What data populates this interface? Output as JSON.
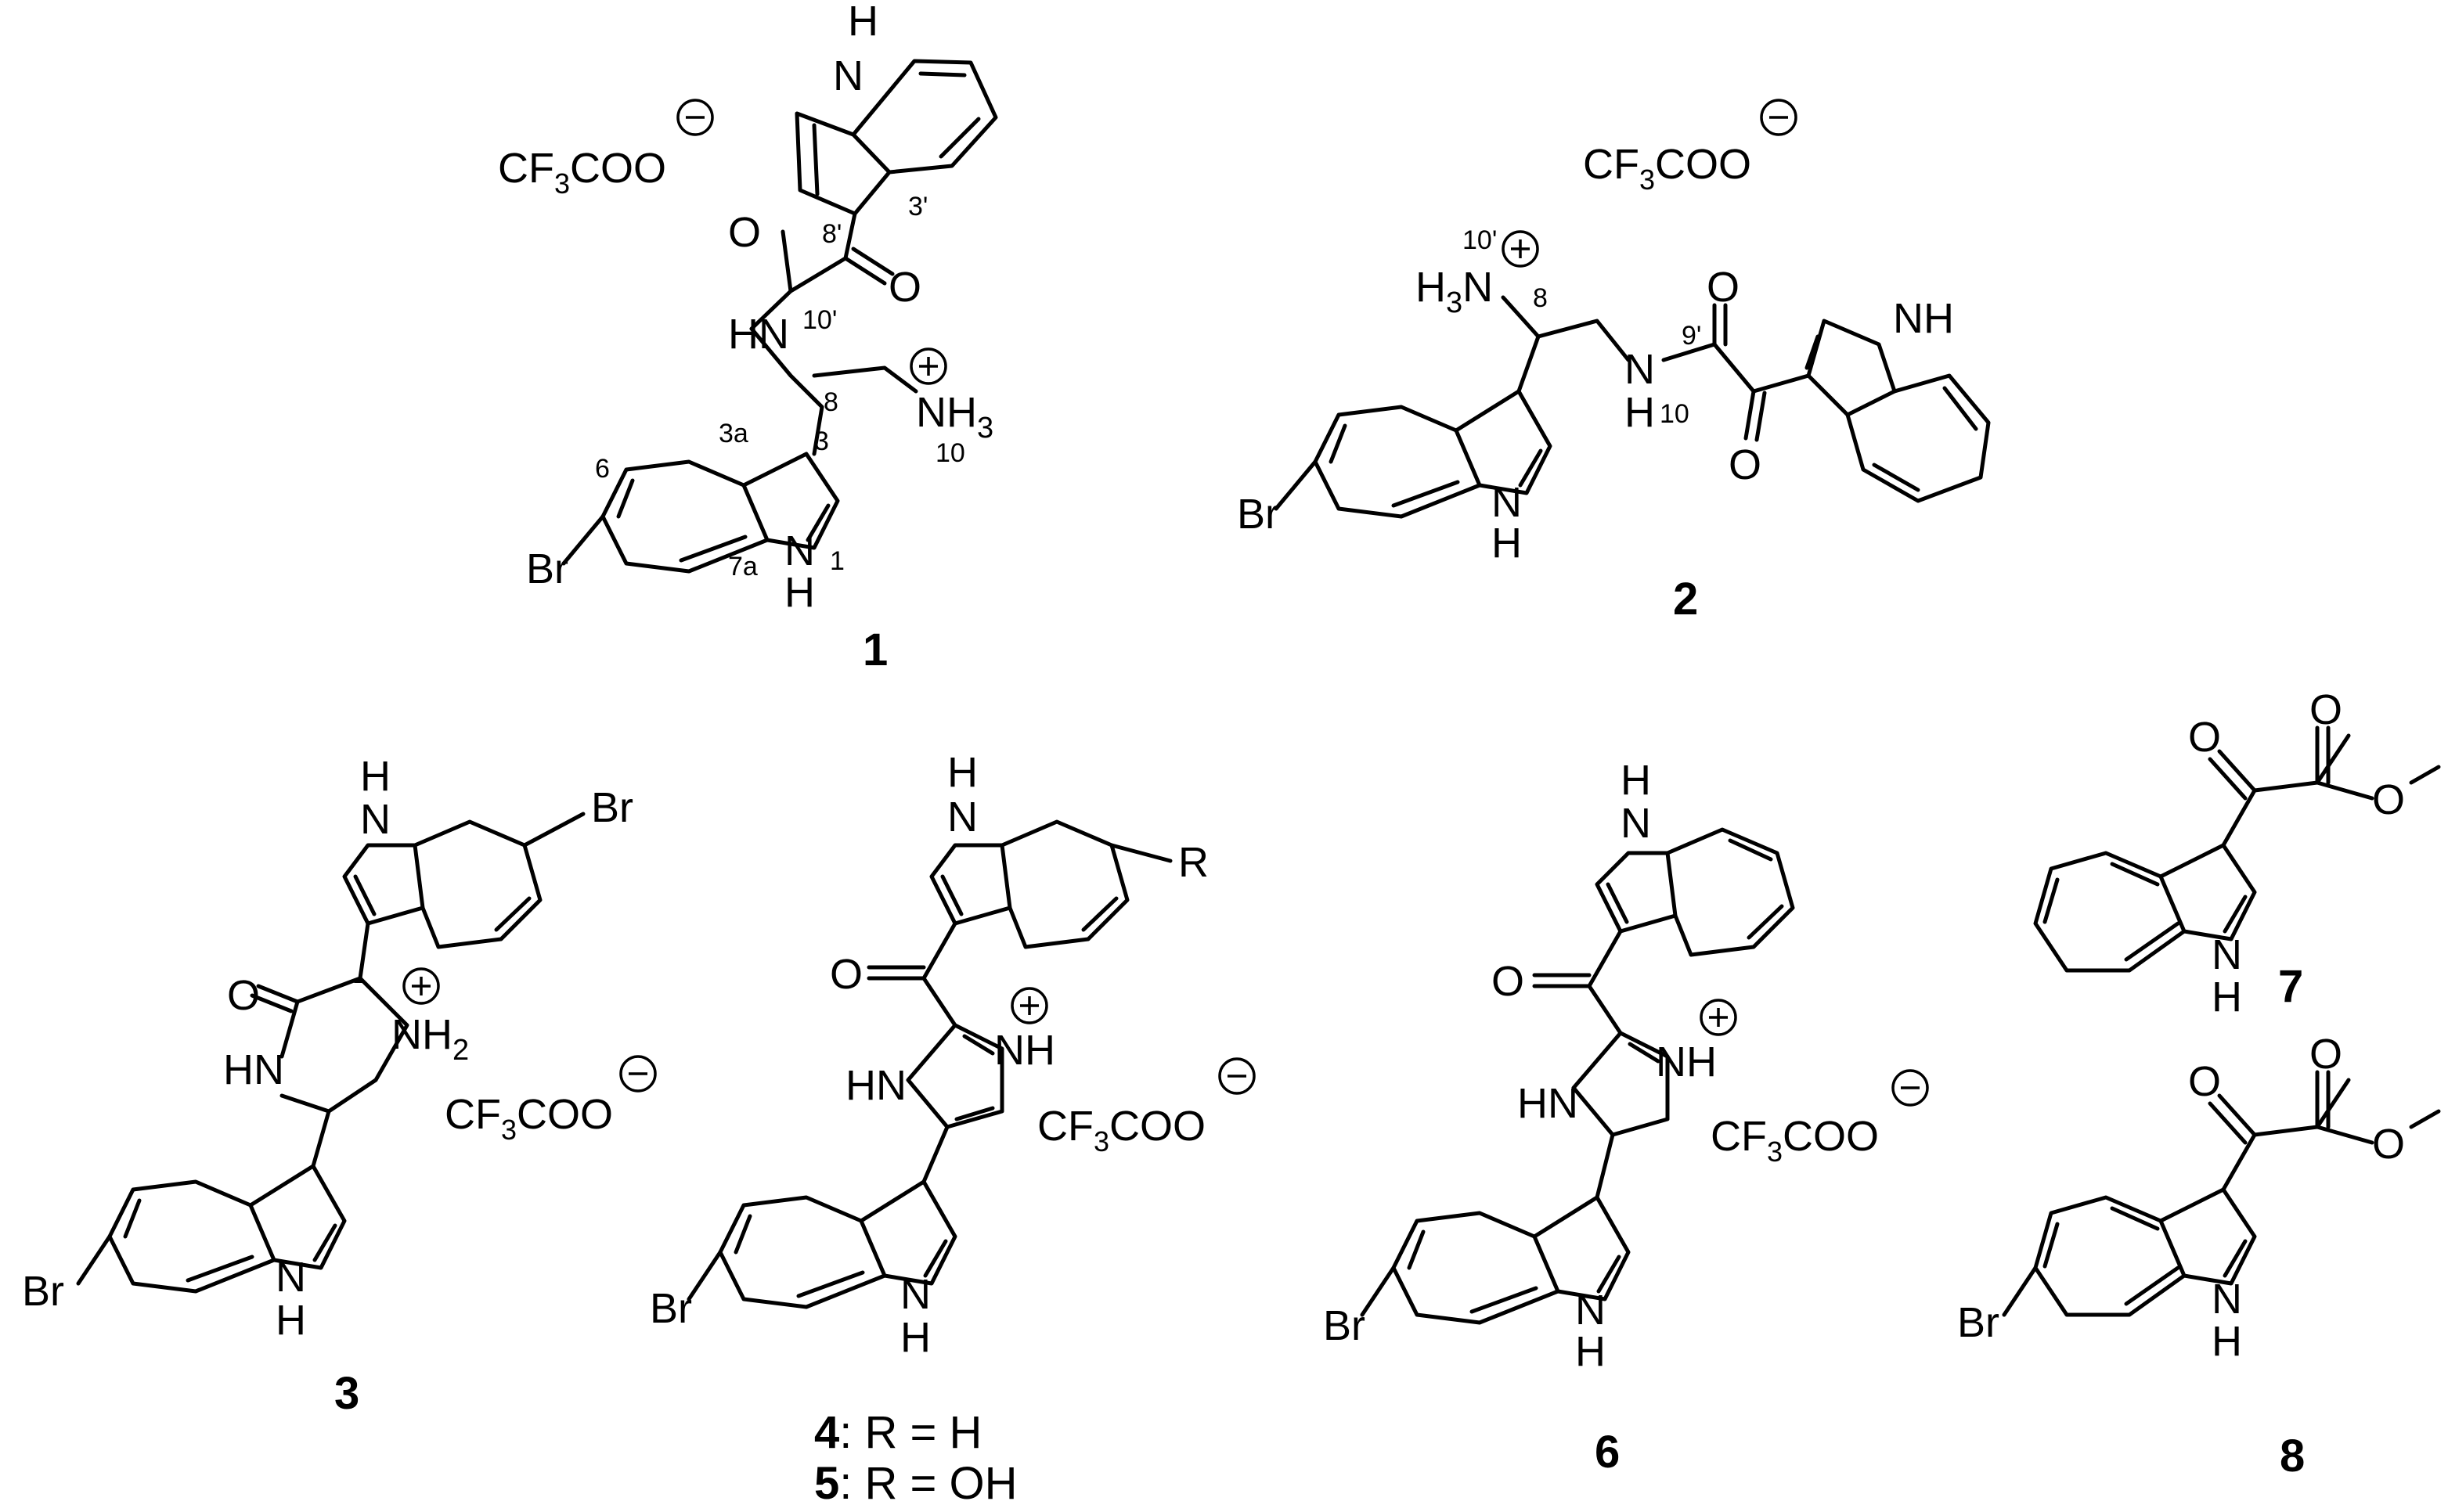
{
  "compounds": {
    "c1": {
      "id": "1",
      "counterion": "CF3COO",
      "atoms": {
        "nh_top": "H",
        "n_top": "N",
        "o1": "O",
        "o2": "O",
        "hn": "HN",
        "nh3": "NH",
        "nh3_sub": "3",
        "nh": "N",
        "nh_h": "H",
        "br": "Br"
      },
      "locants": [
        "3'",
        "8'",
        "10'",
        "8",
        "3",
        "3a",
        "6",
        "7a",
        "1",
        "10"
      ]
    },
    "c2": {
      "id": "2",
      "counterion": "CF3COO",
      "atoms": {
        "h3n": "H",
        "h3n_sub": "3",
        "h3n_n": "N",
        "nh_right": "NH",
        "n_amide": "N",
        "h_amide": "H",
        "o1": "O",
        "o2": "O",
        "n_ind": "N",
        "h_ind": "H",
        "br": "Br"
      },
      "locants": [
        "10'",
        "8",
        "9'",
        "10"
      ]
    },
    "c3": {
      "id": "3",
      "counterion": "CF3COO",
      "atoms": {
        "h_top": "H",
        "n_top": "N",
        "br_top": "Br",
        "o": "O",
        "nh2": "NH",
        "nh2_sub": "2",
        "hn": "HN",
        "n_ind": "N",
        "h_ind": "H",
        "br": "Br"
      }
    },
    "c45": {
      "ids": [
        "4",
        "5"
      ],
      "r_values": [
        ": R = H",
        ": R = OH"
      ],
      "counterion": "CF3COO",
      "atoms": {
        "h_top": "H",
        "n_top": "N",
        "r": "R",
        "o": "O",
        "nh_plus": "NH",
        "hn": "HN",
        "n_ind": "N",
        "h_ind": "H",
        "br": "Br"
      }
    },
    "c6": {
      "id": "6",
      "counterion": "CF3COO",
      "atoms": {
        "h_top": "H",
        "n_top": "N",
        "o": "O",
        "nh_plus": "NH",
        "hn": "HN",
        "n_ind": "N",
        "h_ind": "H",
        "br": "Br"
      }
    },
    "c7": {
      "id": "7",
      "atoms": {
        "o1": "O",
        "o2": "O",
        "o3": "O",
        "n": "N",
        "h": "H"
      }
    },
    "c8": {
      "id": "8",
      "atoms": {
        "o1": "O",
        "o2": "O",
        "o3": "O",
        "n": "N",
        "h": "H",
        "br": "Br"
      }
    }
  },
  "counterion_parts": {
    "cf": "CF",
    "three": "3",
    "coo": "COO"
  }
}
